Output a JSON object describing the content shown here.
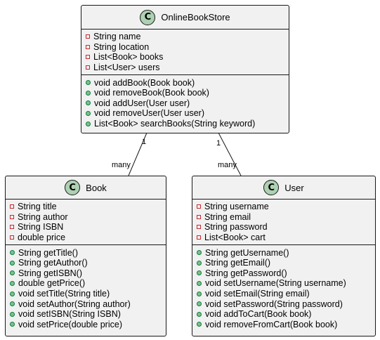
{
  "classes": {
    "store": {
      "name": "OnlineBookStore",
      "badge": "C",
      "attributes": [
        "String name",
        "String location",
        "List<Book> books",
        "List<User> users"
      ],
      "methods": [
        "void addBook(Book book)",
        "void removeBook(Book book)",
        "void addUser(User user)",
        "void removeUser(User user)",
        "List<Book> searchBooks(String keyword)"
      ]
    },
    "book": {
      "name": "Book",
      "badge": "C",
      "attributes": [
        "String title",
        "String author",
        "String ISBN",
        "double price"
      ],
      "methods": [
        "String getTitle()",
        "String getAuthor()",
        "String getISBN()",
        "double getPrice()",
        "void setTitle(String title)",
        "void setAuthor(String author)",
        "void setISBN(String ISBN)",
        "void setPrice(double price)"
      ]
    },
    "user": {
      "name": "User",
      "badge": "C",
      "attributes": [
        "String username",
        "String email",
        "String password",
        "List<Book> cart"
      ],
      "methods": [
        "String getUsername()",
        "String getEmail()",
        "String getPassword()",
        "void setUsername(String username)",
        "void setEmail(String email)",
        "void setPassword(String password)",
        "void addToCart(Book book)",
        "void removeFromCart(Book book)"
      ]
    }
  },
  "associations": [
    {
      "from": "OnlineBookStore",
      "to": "Book",
      "from_mult": "1",
      "to_mult": "many"
    },
    {
      "from": "OnlineBookStore",
      "to": "User",
      "from_mult": "1",
      "to_mult": "many"
    }
  ],
  "colors": {
    "box_fill": "#f1f1f1",
    "border": "#181818",
    "class_badge": "#add1b2",
    "private_marker": "#c82930",
    "public_marker_fill": "#84be84",
    "public_marker_border": "#038048"
  },
  "icons": {
    "private_attribute": "hollow-square-icon",
    "public_method": "filled-circle-icon"
  }
}
